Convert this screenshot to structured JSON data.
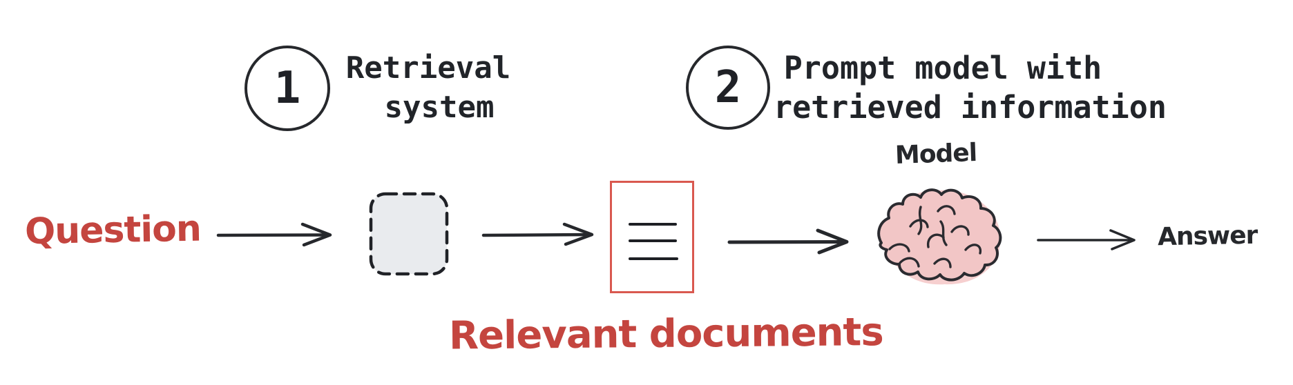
{
  "diagram": {
    "steps": [
      {
        "number": "1",
        "title_line1": "Retrieval",
        "title_line2": "system"
      },
      {
        "number": "2",
        "title_line1": "Prompt model with",
        "title_line2": "retrieved information"
      }
    ],
    "labels": {
      "question": "Question",
      "relevant_documents": "Relevant documents",
      "model": "Model",
      "answer": "Answer"
    },
    "colors": {
      "accent_red": "#c4453f",
      "document_border_red": "#d9584f",
      "ink_dark": "#26282c",
      "retrieval_box_fill": "#e9ebee",
      "brain_pink": "#f2c6c6"
    }
  }
}
